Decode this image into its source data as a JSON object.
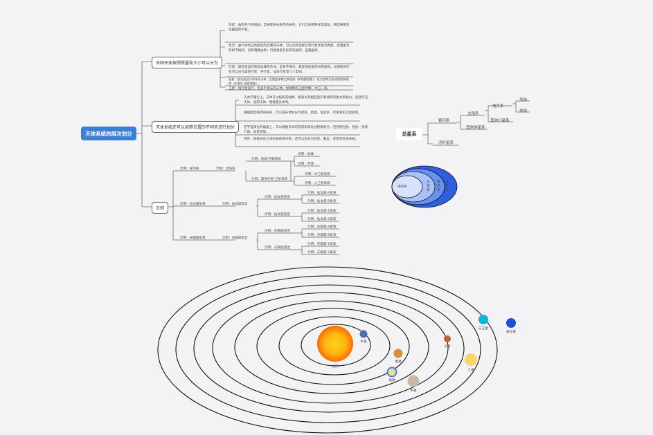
{
  "root": "天体系统的层次划分",
  "branch1": {
    "title": "各种天体按照质量和大小可以分为",
    "items": [
      "恒星：由炽热气体组成，自身能发光发热的天体。它们之间相距非常遥远，看起来相对位置固定不变。",
      "星云：由气体和尘埃组成的云雾状天体，可分为弥漫星云和行星状星云两类。弥漫星云形状不规则，没有明确边界；行星状星云形态较规则，呈圆盘状。",
      "行星：绕恒星运行的近似球形天体，自身不发光，靠反射恒星的光而发亮。太阳系的行星可以分为类地行星、巨行星、远日行星等几个类别。",
      "彗星：绕太阳运行的冰冻天体，主要由冰和尘埃组成（如哈雷彗星），在太阳附近形成彗发和彗尾（如海尔-波普彗星）。",
      "卫星：绕行星运行，自身不发光的天体，如地球的卫星月球，木卫一等。"
    ]
  },
  "branch2": {
    "title": "天体系统还可以按照位置的不同来进行划分",
    "items": [
      "天文学理论上，天体可以按照其规模、距离以及相互吸引和绕转的能力来划分，包括可见天体、星际天体、暗能量天体等。",
      "根据相互绕转的关系，可以把天体划分为星系、星团、恒星系、行星系和卫星系等。",
      "在宇宙演化的角度上，可以根据天体的形成和演化过程来划分，包括原恒星、恒星、星际介质、星系团等。",
      "另外，根据天体之间的关系和作用，还可以划分为双星、聚星、星团等天体系统。"
    ]
  },
  "branch3": {
    "title": "示例",
    "rows": [
      {
        "l1": "示例：银河系",
        "l2": "示例：太阳系",
        "groups": [
          {
            "label": "示例：地球-月球系统",
            "leaves": [
              "示例：地球",
              "示例：月球"
            ]
          },
          {
            "label": "示例：其他行星-卫星系统",
            "leaves": [
              "示例：木卫星系统",
              "示例：火卫星系统"
            ]
          }
        ]
      },
      {
        "l1": "示例：仙女座星系",
        "l2": "示例：仙女座星云",
        "groups": [
          {
            "label": "示例：仙女座星团",
            "leaves": [
              "示例：仙女座-A星系",
              "示例：仙女座-B星系"
            ]
          },
          {
            "label": "示例：仙女座星团",
            "leaves": [
              "示例：仙女座-1星系",
              "示例：仙女座-2星系"
            ]
          }
        ]
      },
      {
        "l1": "示例：天鹅座星系",
        "l2": "示例：天鹅座星云",
        "groups": [
          {
            "label": "示例：天鹅座星团",
            "leaves": [
              "示例：天鹅座-A星系",
              "示例：天鹅座-B星系"
            ]
          },
          {
            "label": "示例：天鹅座星团",
            "leaves": [
              "示例：天鹅座-1星系",
              "示例：天鹅座-2星系"
            ]
          }
        ]
      }
    ]
  },
  "hierarchy": {
    "root": "总星系",
    "milky_way": "银河系",
    "solar_system": "太阳系",
    "earth_moon": "地月系",
    "moon": "月球",
    "earth": "地球",
    "other_planet_systems": "其他行星系",
    "other_star_systems": "其他恒星系",
    "extragalactic": "河外星系"
  },
  "nested": {
    "earth_moon": "地月系",
    "solar": [
      "太",
      "阳",
      "系"
    ],
    "milky": [
      "银",
      "河",
      "系"
    ],
    "total": [
      "总",
      "星",
      "系"
    ],
    "colors": [
      "#2f5fe0",
      "#6a92f0",
      "#a9c2f8",
      "#d6e3fd"
    ]
  },
  "solar_diagram": {
    "sun": "太阳",
    "planets": [
      {
        "name": "水星",
        "color": "#4a6fb5"
      },
      {
        "name": "金星",
        "color": "#d98c3a"
      },
      {
        "name": "地球",
        "color": "#3f7fe0"
      },
      {
        "name": "火星",
        "color": "#c0642f"
      },
      {
        "name": "木星",
        "color": "#c8b8a8"
      },
      {
        "name": "土星",
        "color": "#f5d86a"
      },
      {
        "name": "天王星",
        "color": "#12b5d6"
      },
      {
        "name": "海王星",
        "color": "#1a4fd8"
      }
    ]
  }
}
